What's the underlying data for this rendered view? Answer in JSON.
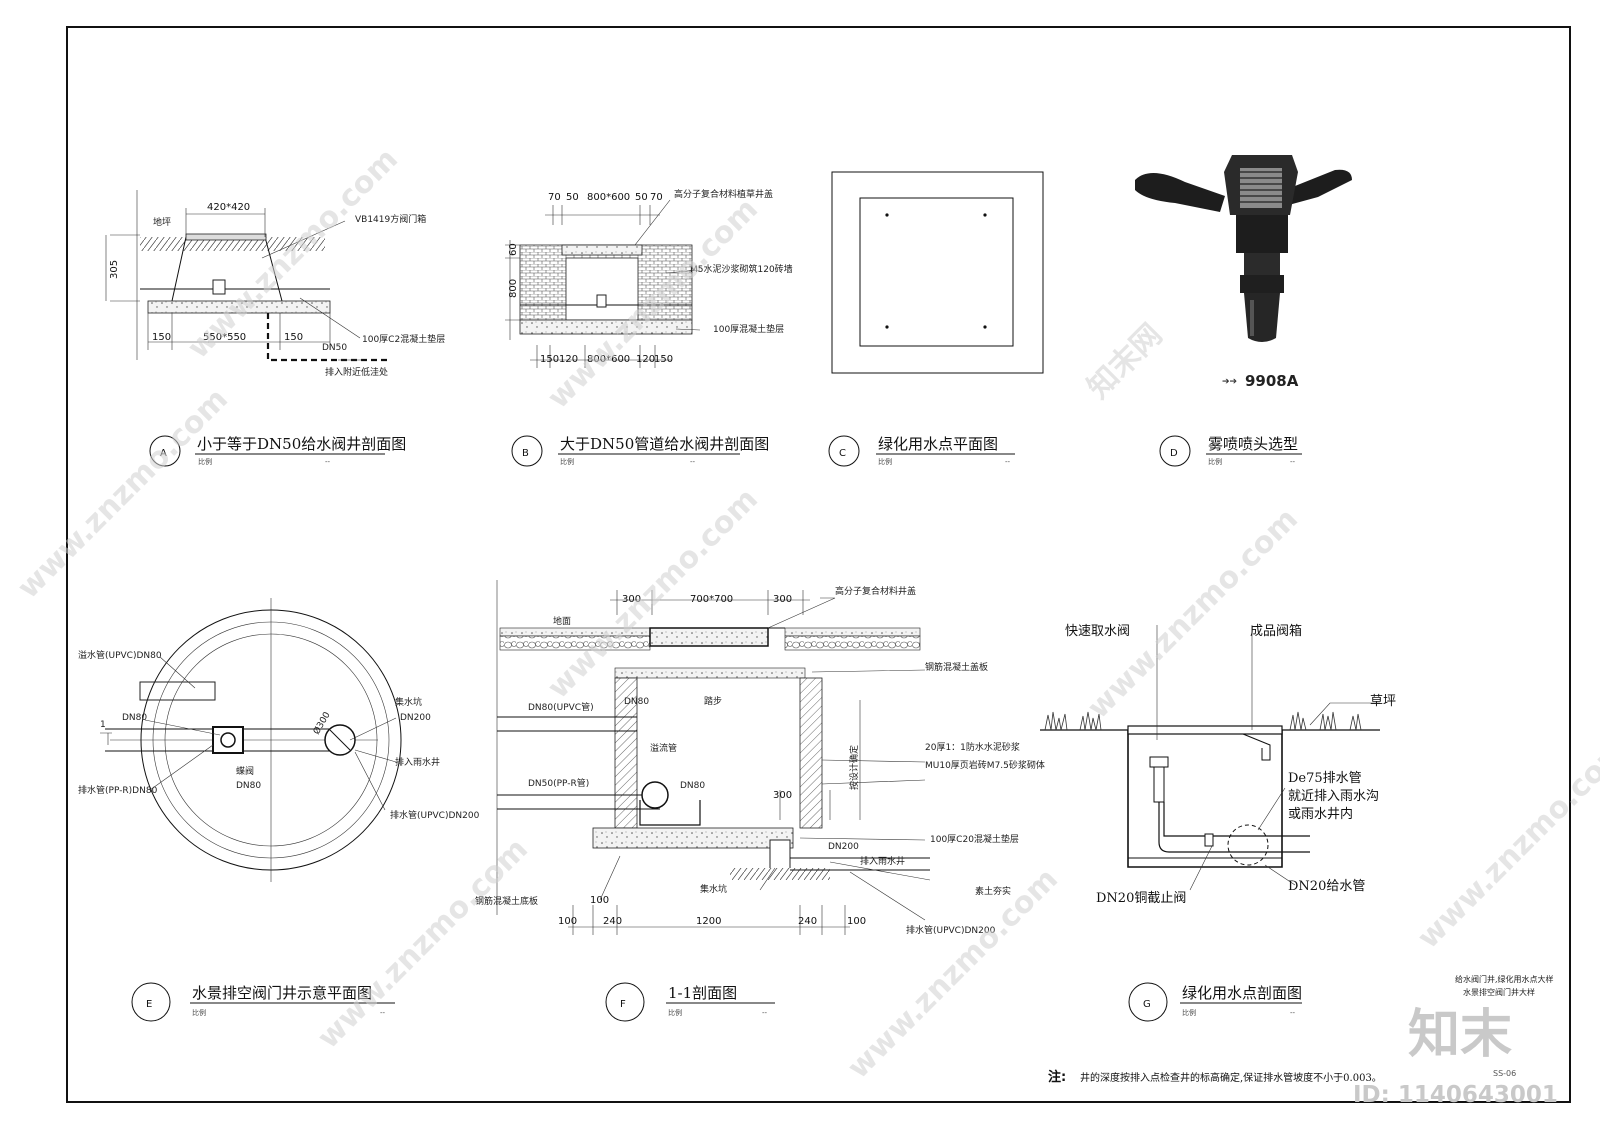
{
  "panels": {
    "A": {
      "letter": "A",
      "title": "小于等于DN50给水阀井剖面图",
      "scale_label": "比例",
      "scale_value": "--",
      "labels": {
        "ground": "地坪",
        "box": "VB1419方阀门箱",
        "slab": "100厚C2混凝土垫层",
        "pipe": "DN50",
        "drain": "排入附近低洼处"
      },
      "dims": {
        "top": "420*420",
        "height": "305",
        "left": "150",
        "mid": "550*550",
        "right": "150"
      }
    },
    "B": {
      "letter": "B",
      "title": "大于DN50管道给水阀井剖面图",
      "scale_label": "比例",
      "scale_value": "--",
      "labels": {
        "cover": "高分子复合材料植草井盖",
        "wall": "M5水泥沙浆砌筑120砖墙",
        "slab": "100厚混凝土垫层"
      },
      "dims": {
        "t1": "70",
        "t2": "50",
        "tmid": "800*600",
        "t3": "50",
        "t4": "70",
        "h1": "60",
        "h2": "800",
        "b1": "150",
        "b2": "120",
        "bmid": "800*600",
        "b3": "120",
        "b4": "150"
      }
    },
    "C": {
      "letter": "C",
      "title": "绿化用水点平面图",
      "scale_label": "比例",
      "scale_value": "--"
    },
    "D": {
      "letter": "D",
      "title": "雾喷喷头选型",
      "scale_label": "比例",
      "scale_value": "--",
      "model": "9908A"
    },
    "E": {
      "letter": "E",
      "title": "水景排空阀门井示意平面图",
      "scale_label": "比例",
      "scale_value": "--",
      "labels": {
        "overflow": "溢水管(UPVC)DN80",
        "dn80a": "DN80",
        "sec": "1",
        "drainpp": "排水管(PP-R)DN80",
        "valve": "蝶阀",
        "dn80b": "DN80",
        "pit": "集水坑",
        "dn200": "DN200",
        "diam": "Ø300",
        "rain": "排入雨水井",
        "drainupvc": "排水管(UPVC)DN200"
      }
    },
    "F": {
      "letter": "F",
      "title": "1-1剖面图",
      "scale_label": "比例",
      "scale_value": "--",
      "labels": {
        "cover": "高分子复合材料井盖",
        "ground": "地面",
        "rcslab": "钢筋混凝土盖板",
        "upvc": "DN80(UPVC管)",
        "dn80a": "DN80",
        "step": "踏步",
        "overflow": "溢流管",
        "mortar": "20厚1：1防水水泥砂浆",
        "brick": "MU10厚页岩砖M7.5砂浆砌体",
        "ppr": "DN50(PP-R管)",
        "dn80b": "DN80",
        "depth": "按设计确定",
        "c20": "100厚C20混凝土垫层",
        "dn200": "DN200",
        "rain": "排入雨水井",
        "base": "钢筋混凝土底板",
        "pit": "集水坑",
        "soil": "素土夯实",
        "drain": "排水管(UPVC)DN200"
      },
      "dims": {
        "t1": "300",
        "tmid": "700*700",
        "t2": "300",
        "h300": "300",
        "b100a": "100",
        "b100b": "100",
        "b240a": "240",
        "b1200": "1200",
        "b240b": "240",
        "b100c": "100"
      }
    },
    "G": {
      "letter": "G",
      "title": "绿化用水点剖面图",
      "scale_label": "比例",
      "scale_value": "--",
      "labels": {
        "valve": "快速取水阀",
        "box": "成品阀箱",
        "lawn": "草坪",
        "drain": "De75排水管",
        "note1": "就近排入雨水沟",
        "note2": "或雨水井内",
        "stop": "DN20铜截止阀",
        "supply": "DN20给水管"
      }
    }
  },
  "footer": {
    "note_label": "注:",
    "note_text": "井的深度按排入点检查井的标高确定,保证排水管坡度不小于0.003。",
    "sheet_title_1": "给水阀门井,绿化用水点大样",
    "sheet_title_2": "水景排空阀门井大样",
    "sheet_no": "SS-06"
  },
  "watermark": {
    "site": "www.znzmo.com",
    "brand": "知末网",
    "logo": "知末",
    "id": "ID: 1140643001"
  }
}
